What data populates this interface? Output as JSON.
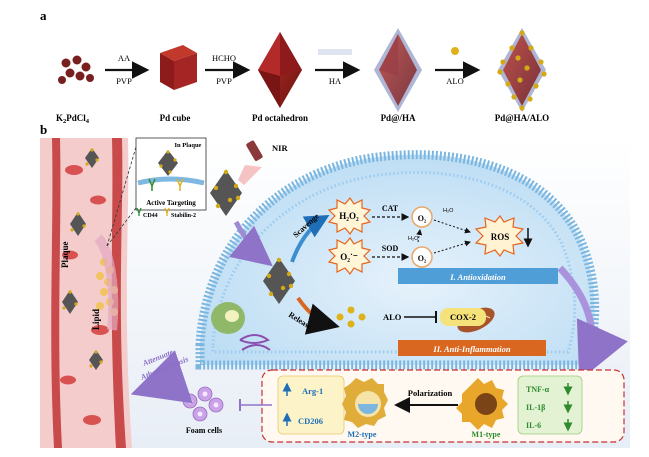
{
  "panel_a": {
    "label": "a",
    "compounds": {
      "k2pdcl4": "K",
      "k2pdcl4_sub1": "2",
      "k2pdcl4_mid": "PdCl",
      "k2pdcl4_sub2": "4",
      "cube": "Pd cube",
      "octahedron": "Pd octahedron",
      "pd_ha": "Pd@/HA",
      "pd_ha_alo": "Pd@HA/ALO"
    },
    "arrows": [
      {
        "top": "AA",
        "bottom": "PVP"
      },
      {
        "top": "HCHO",
        "bottom": "PVP"
      },
      {
        "top": "",
        "bottom": "HA"
      },
      {
        "top": "",
        "bottom": "ALO"
      }
    ]
  },
  "panel_b": {
    "label": "b",
    "vessel": {
      "plaque": "Plaque",
      "lipid": "Lipid",
      "inset_title": "In Plaque",
      "inset_caption": "Active Targeting",
      "legend_cd44": "CD44",
      "legend_stabilin": "Stabilin-2"
    },
    "cell": {
      "nir": "NIR",
      "scavenge": "Scavenge",
      "release": "Release",
      "h2o2": "H₂O₂",
      "o2minus": "O₂˙⁻",
      "cat": "CAT",
      "sod": "SOD",
      "o2_a": "O₂",
      "o2_b": "O₂",
      "h2o_a": "H₂O",
      "h2o_b": "H₂O",
      "ros": "ROS",
      "alo": "ALO",
      "cox2": "COX-2",
      "antiox": "I.  Antioxidation",
      "antiinf": "II.  Anti-Inflammation"
    },
    "bottom": {
      "attenuate_1": "Attenuate",
      "attenuate_2": "Atherosclerosis",
      "foam": "Foam cells",
      "arg1": "Arg-1",
      "cd206": "CD206",
      "m2": "M2-type",
      "polarization": "Polarization",
      "m1": "M1-type",
      "tnfa": "TNF-α",
      "il1b": "IL-1β",
      "il6": "IL-6"
    }
  },
  "colors": {
    "pd": "#8b1a1a",
    "ha": "#9aa3c8",
    "alo": "#e0b21a",
    "cell": "#8fc7ec",
    "antiox_bar": "#4f9ed8",
    "antiinf_bar": "#d9671f",
    "vessel": "#c94a4a"
  }
}
